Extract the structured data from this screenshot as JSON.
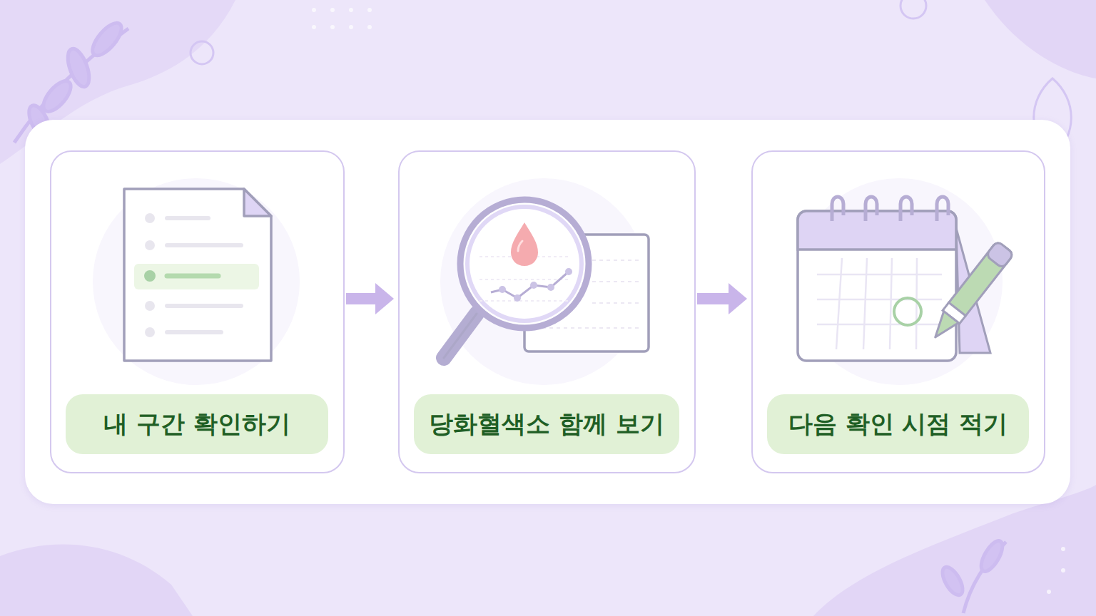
{
  "diagram": {
    "nodes": [
      {
        "text": [
          "내 구간 확인하기"
        ]
      },
      {
        "text": [
          "당화혈색소 함께 보기"
        ]
      },
      {
        "text": [
          "다음 확인 시점 적기"
        ]
      }
    ],
    "edges": [
      {
        "from": 0,
        "to": 1,
        "arrow": "to"
      },
      {
        "from": 1,
        "to": 2,
        "arrow": "to"
      }
    ]
  }
}
